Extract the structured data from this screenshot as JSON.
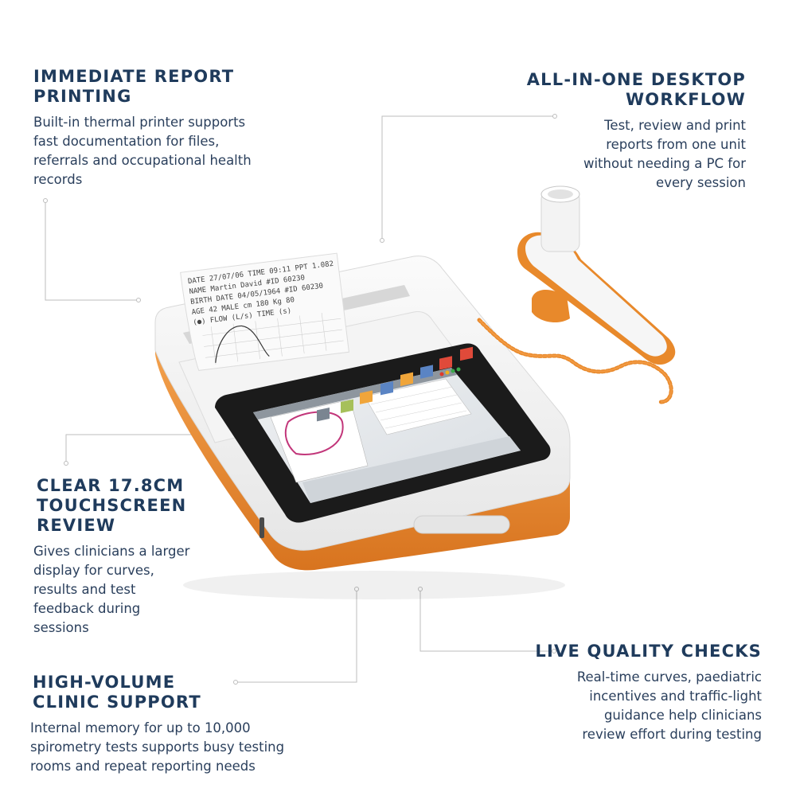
{
  "features": {
    "printing": {
      "title": "IMMEDIATE REPORT\nPRINTING",
      "body": "Built-in thermal printer supports\nfast documentation for files,\nreferrals and occupational health\nrecords"
    },
    "workflow": {
      "title": "ALL-IN-ONE DESKTOP\nWORKFLOW",
      "body": "Test, review and print\nreports from one unit\nwithout needing a PC for\nevery session"
    },
    "touchscreen": {
      "title": "CLEAR 17.8CM\nTOUCHSCREEN\nREVIEW",
      "body": "Gives clinicians a larger\ndisplay for curves,\nresults and test\nfeedback during\nsessions"
    },
    "quality": {
      "title": "LIVE QUALITY CHECKS",
      "body": "Real-time curves, paediatric\nincentives and traffic-light\nguidance help clinicians\nreview effort during testing"
    },
    "volume": {
      "title": "HIGH-VOLUME\nCLINIC SUPPORT",
      "body": "Internal memory for up to 10,000\nspirometry tests supports busy testing\nrooms and repeat reporting needs"
    }
  },
  "printout": {
    "line1": "DATE 27/07/06  TIME 09:11  PPT 1.082",
    "line2": "NAME Martin David    #ID 60230",
    "line3": "BIRTH DATE 04/05/1964  #ID 60230",
    "line4": "AGE 42  MALE  cm 180  Kg 80",
    "line5": "(●) FLOW (L/s)        TIME (s)"
  },
  "colors": {
    "title": "#1f3b5c",
    "body": "#2a3f5c",
    "accent": "#e8892b",
    "leader": "#b9b9b9"
  }
}
